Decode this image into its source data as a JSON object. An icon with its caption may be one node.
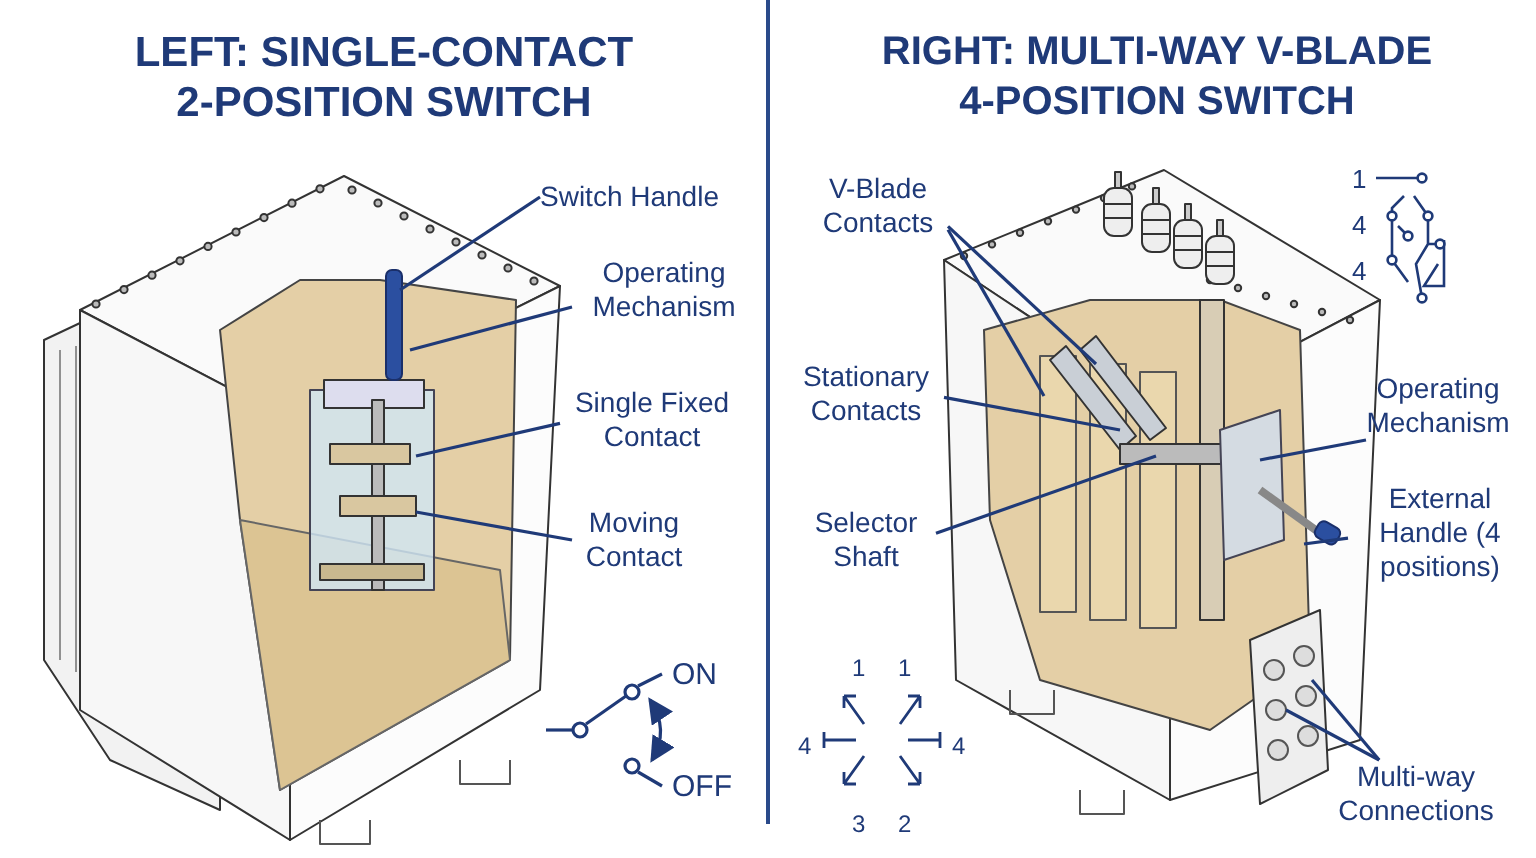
{
  "diagram": {
    "nodes": [
      {
        "text": [
          "Switch Handle"
        ]
      },
      {
        "text": [
          "Operating Mechanism"
        ]
      },
      {
        "text": [
          "Single Fixed Contact"
        ]
      },
      {
        "text": [
          "Moving Contact"
        ]
      },
      {
        "text": [
          "V-Blade Contacts"
        ]
      },
      {
        "text": [
          "Stationary Contacts"
        ]
      },
      {
        "text": [
          "Selector Shaft"
        ]
      },
      {
        "text": [
          "Operating Mechanism"
        ]
      },
      {
        "text": [
          "External Handle (4 positions)"
        ]
      },
      {
        "text": [
          "Multi-way Connections"
        ]
      }
    ],
    "edges": [
      {
        "from": 0,
        "to": null,
        "arrow": "none"
      },
      {
        "from": 1,
        "to": null,
        "arrow": "none"
      },
      {
        "from": 2,
        "to": null,
        "arrow": "none"
      },
      {
        "from": 3,
        "to": null,
        "arrow": "none"
      },
      {
        "from": 4,
        "to": null,
        "arrow": "none"
      },
      {
        "from": 4,
        "to": null,
        "arrow": "none"
      },
      {
        "from": 5,
        "to": null,
        "arrow": "none"
      },
      {
        "from": 6,
        "to": null,
        "arrow": "none"
      },
      {
        "from": 7,
        "to": null,
        "arrow": "none"
      },
      {
        "from": 8,
        "to": null,
        "arrow": "none"
      },
      {
        "from": 9,
        "to": null,
        "arrow": "none"
      },
      {
        "from": 9,
        "to": null,
        "arrow": "none"
      }
    ],
    "labels": [
      "LEFT: SINGLE-CONTACT 2-POSITION SWITCH",
      "RIGHT: MULTI-WAY V-BLADE 4-POSITION SWITCH",
      "1",
      "4",
      "4",
      "ON",
      "OFF",
      "1",
      "1",
      "4",
      "4",
      "3",
      "2"
    ]
  }
}
